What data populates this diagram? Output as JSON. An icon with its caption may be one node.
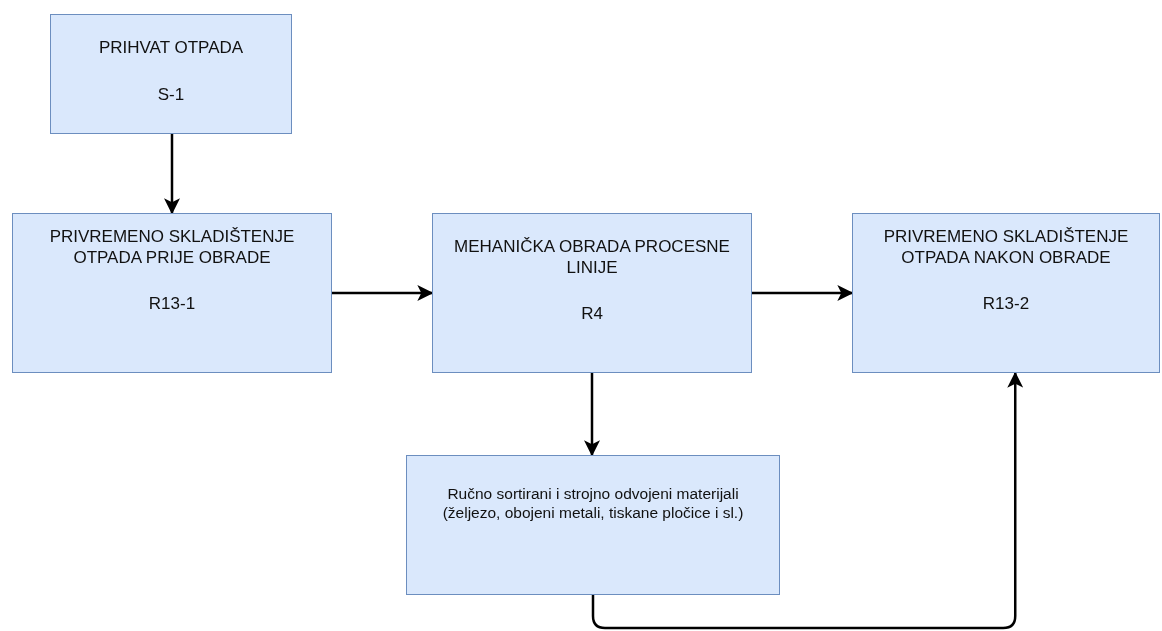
{
  "diagram": {
    "nodes": [
      {
        "text": [
          "PRIHVAT OTPADA",
          "S-1"
        ]
      },
      {
        "text": [
          "PRIVREMENO SKLADIŠTENJE OTPADA PRIJE OBRADE",
          "R13-1"
        ]
      },
      {
        "text": [
          "MEHANIČKA OBRADA PROCESNE LINIJE",
          "R4"
        ]
      },
      {
        "text": [
          "PRIVREMENO SKLADIŠTENJE OTPADA NAKON OBRADE",
          "R13-2"
        ]
      },
      {
        "text": [
          "Ručno sortirani i strojno odvojeni materijali (željezo, obojeni metali, tiskane pločice i sl.)"
        ]
      }
    ],
    "edges": [
      {
        "from": 0,
        "to": 1,
        "arrow": "to"
      },
      {
        "from": 1,
        "to": 2,
        "arrow": "to"
      },
      {
        "from": 2,
        "to": 3,
        "arrow": "to"
      },
      {
        "from": 2,
        "to": 4,
        "arrow": "to"
      },
      {
        "from": 4,
        "to": 3,
        "arrow": "to"
      }
    ]
  }
}
